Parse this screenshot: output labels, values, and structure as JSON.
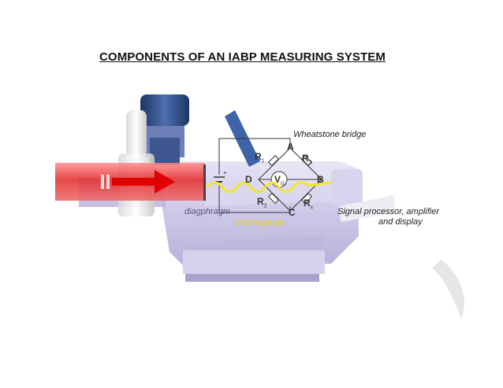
{
  "title": "COMPONENTS OF AN IABP MEASURING SYSTEM",
  "labels": {
    "wheatstone": "Wheatstone bridge",
    "diaphragm": "diagphragm",
    "strain_gauge": "Strain gauge",
    "signal_processor_line1": "Signal processor, amplifier",
    "signal_processor_line2": "and display"
  },
  "bridge": {
    "node_a": "A",
    "node_b": "B",
    "node_c": "C",
    "node_d": "D",
    "r1": "R",
    "r1_sub": "1",
    "r3": "R",
    "r3_sub": "3",
    "r2": "R",
    "r2_sub": "2",
    "rx": "R",
    "rx_sub": "x",
    "meter": "V",
    "meter_sub": "G"
  },
  "colors": {
    "arrow_red": "#e01818",
    "transducer_body": "#c9c3e6",
    "strain_yellow": "#f2e62a",
    "valve_blue": "#2f4f86"
  }
}
